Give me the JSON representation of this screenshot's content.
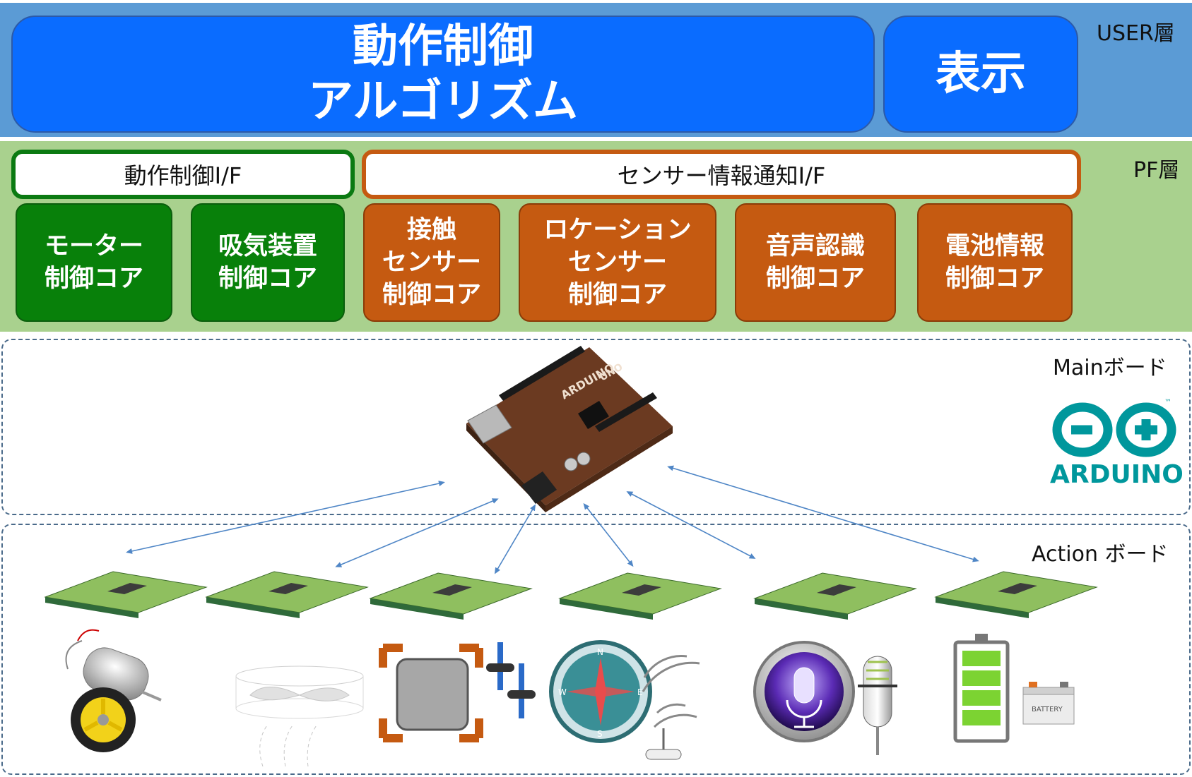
{
  "layers": {
    "user_label": "USER層",
    "pf_label": "PF層",
    "main_label": "Mainボード",
    "action_label": "Action ボード"
  },
  "user": {
    "algorithm": "動作制御\nアルゴリズム",
    "display": "表示"
  },
  "pf": {
    "motion_if": "動作制御I/F",
    "sensor_if": "センサー情報通知I/F",
    "cores": [
      {
        "label": "モーター\n制御コア",
        "group": "motion"
      },
      {
        "label": "吸気装置\n制御コア",
        "group": "motion"
      },
      {
        "label": "接触\nセンサー\n制御コア",
        "group": "sensor"
      },
      {
        "label": "ロケーション\nセンサー\n制御コア",
        "group": "sensor"
      },
      {
        "label": "音声認識\n制御コア",
        "group": "sensor"
      },
      {
        "label": "電池情報\n制御コア",
        "group": "sensor"
      }
    ]
  },
  "main_board": {
    "board_text": "UNO",
    "board_brand": "ARDUINO",
    "logo_text": "ARDUINO",
    "logo_tm": "™"
  },
  "devices": {
    "battery_label": "BATTERY",
    "compass_letters": [
      "N",
      "E",
      "S",
      "W"
    ]
  },
  "colors": {
    "user_band": "#5b9bd5",
    "pf_band": "#a9d18e",
    "user_box": "#0a6cff",
    "motion_core": "#08800a",
    "sensor_core": "#c55a11",
    "arduino_teal": "#00979c",
    "arrow": "#4f86c6"
  }
}
